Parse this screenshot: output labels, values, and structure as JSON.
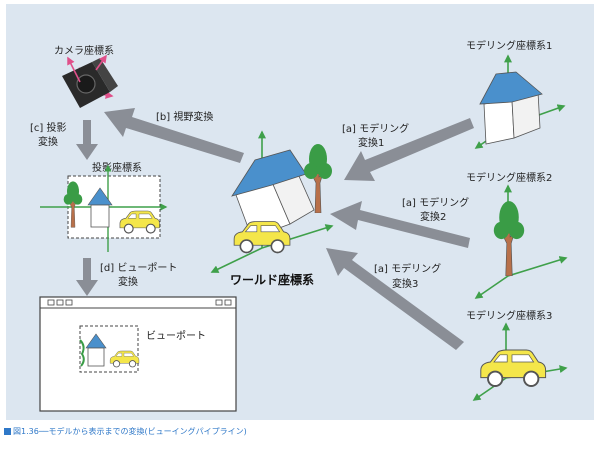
{
  "figure": {
    "camera_system": "カメラ座標系",
    "projection_system": "投影座標系",
    "world_system": "ワールド座標系",
    "viewport": "ビューポート",
    "model_system_1": "モデリング座標系1",
    "model_system_2": "モデリング座標系2",
    "model_system_3": "モデリング座標系3",
    "transform_a1": [
      "[a] モデリング",
      "変換1"
    ],
    "transform_a2": [
      "[a] モデリング",
      "変換2"
    ],
    "transform_a3": [
      "[a] モデリング",
      "変換3"
    ],
    "transform_b": "[b] 視野変換",
    "transform_c": [
      "[c] 投影",
      "変換"
    ],
    "transform_d": [
      "[d] ビューポート",
      "変換"
    ]
  },
  "caption": {
    "label": "図1.36",
    "text": "──モデルから表示までの変換(ビューイングパイプライン)"
  },
  "colors": {
    "panel": "#dce6f0",
    "arrow": "#8a8e96",
    "axis_green": "#3fa04a",
    "axis_pink": "#e0508a",
    "roof": "#4a90cc",
    "car": "#f4e64a",
    "tree": "#3a9c46",
    "caption": "#2f78c8"
  }
}
